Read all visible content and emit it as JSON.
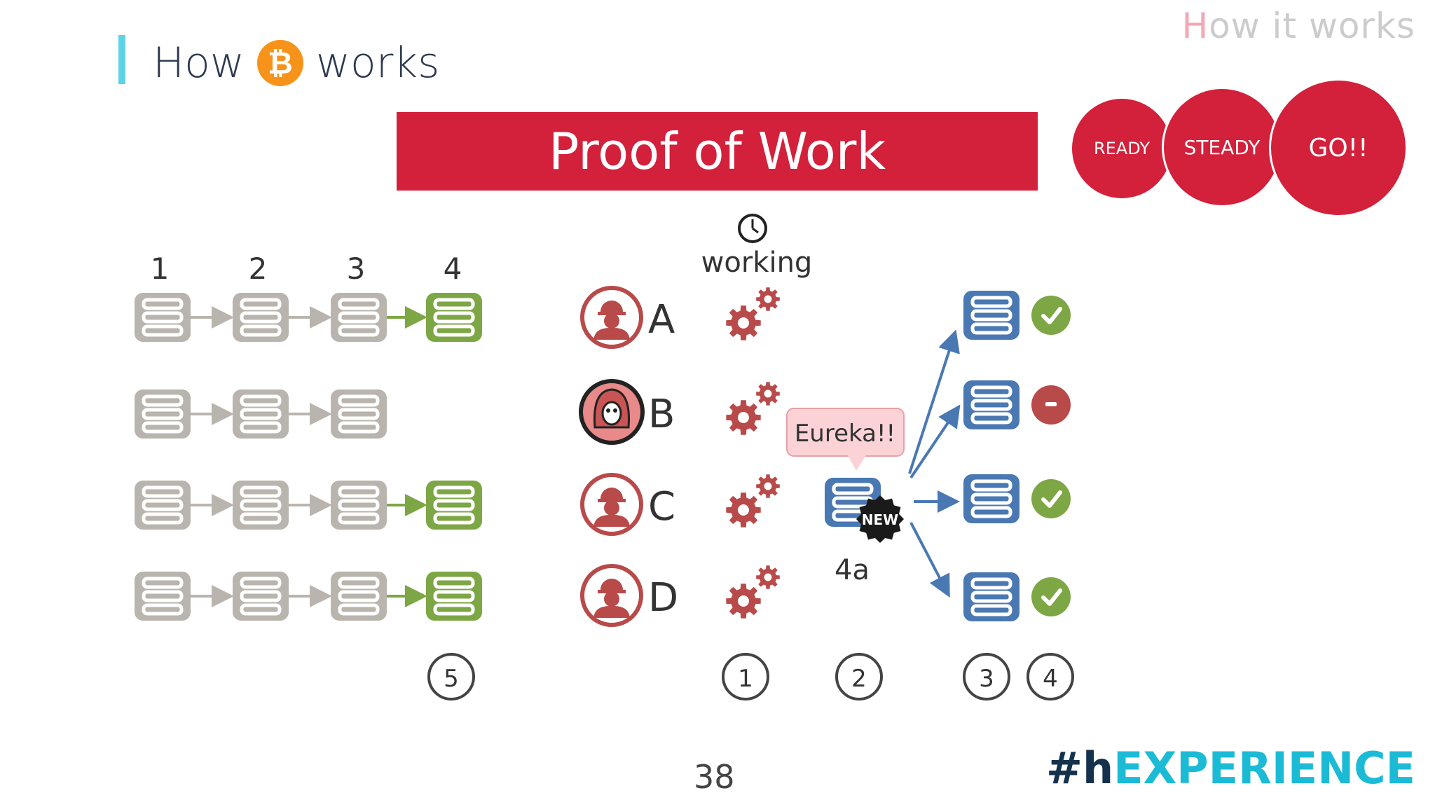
{
  "header": {
    "title_prefix": "How",
    "title_suffix": "works",
    "bitcoin_symbol": "₿",
    "corner_first": "H",
    "corner_rest": "ow it works"
  },
  "banner": {
    "label": "Proof of Work"
  },
  "stages": [
    "READY",
    "STEADY",
    "GO!!"
  ],
  "chain": {
    "column_labels": [
      "1",
      "2",
      "3",
      "4"
    ],
    "rows": [
      {
        "blocks": 4,
        "accepted": true
      },
      {
        "blocks": 3,
        "accepted": false
      },
      {
        "blocks": 4,
        "accepted": true
      },
      {
        "blocks": 4,
        "accepted": true
      }
    ]
  },
  "miners": [
    {
      "label": "A",
      "type": "miner"
    },
    {
      "label": "B",
      "type": "villain"
    },
    {
      "label": "C",
      "type": "miner"
    },
    {
      "label": "D",
      "type": "miner"
    }
  ],
  "working_label": "working",
  "new_block": {
    "bubble": "Eureka!!",
    "badge": "NEW",
    "label": "4a"
  },
  "verify": [
    "ok",
    "reject",
    "ok",
    "ok"
  ],
  "steps": [
    "5",
    "1",
    "2",
    "3",
    "4"
  ],
  "colors": {
    "accent": "#5fd3e6",
    "red": "#d3203b",
    "minerRed": "#b94a4a",
    "grey": "#b9b5ae",
    "green": "#7da645",
    "blue": "#4a78b2"
  },
  "footer": {
    "page_number": "38",
    "brand_hash": "#h",
    "brand_rest": "EXPERIENCE"
  }
}
